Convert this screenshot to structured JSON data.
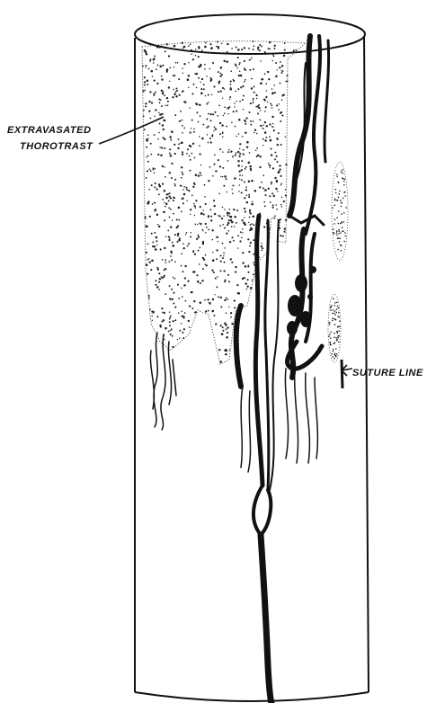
{
  "labels": {
    "extravasated_line1": "EXTRAVASATED",
    "extravasated_line2": "THOROTRAST",
    "suture_line": "SUTURE LINE"
  },
  "colors": {
    "ink": "#111111",
    "paper": "#ffffff",
    "dots": "#222222"
  }
}
